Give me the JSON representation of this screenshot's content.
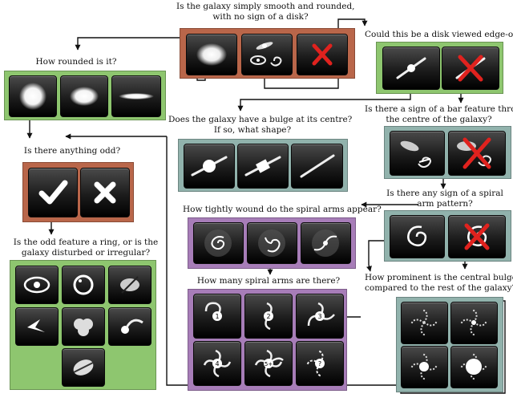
{
  "questions": {
    "q1": [
      "Is the galaxy simply smooth and rounded,",
      "with no sign of a disk?"
    ],
    "q2": [
      "How rounded is it?"
    ],
    "q3": [
      "Could this be a disk viewed edge-on?"
    ],
    "q4": [
      "Is there a sign of a bar feature through",
      "the centre of the galaxy?"
    ],
    "q5": [
      "Does the galaxy have a bulge at its centre?",
      "If so, what shape?"
    ],
    "q6": [
      "Is there anything odd?"
    ],
    "q7": [
      "Is there any sign of a spiral",
      "arm pattern?"
    ],
    "q8": [
      "How tightly wound do the spiral arms appear?"
    ],
    "q9": [
      "Is the odd feature a ring, or is the",
      "galaxy disturbed or irregular?"
    ],
    "q10": [
      "How many spiral arms are there?"
    ],
    "q11": [
      "How prominent is the central bulge,",
      "compared to the rest of the galaxy?"
    ]
  },
  "colors": {
    "brown": "#b9664a",
    "green": "#8ec66f",
    "teal": "#91b2ac",
    "purple": "#a77db8",
    "arrow": "#111111",
    "cross": "#e0221e"
  },
  "icons": {
    "q1": [
      "smooth-galaxy-icon",
      "features-or-disk-icon",
      "star-artifact-icon"
    ],
    "q2": [
      "completely-round-icon",
      "in-between-icon",
      "cigar-shaped-icon"
    ],
    "q3": [
      "edge-on-disk-icon",
      "not-edge-on-icon"
    ],
    "q4": [
      "bar-icon",
      "no-bar-icon"
    ],
    "q5": [
      "rounded-bulge-icon",
      "boxy-bulge-icon",
      "no-bulge-icon"
    ],
    "q6": [
      "checkmark-icon",
      "x-icon"
    ],
    "q7": [
      "spiral-icon",
      "no-spiral-icon"
    ],
    "q8": [
      "tight-spiral-icon",
      "medium-spiral-icon",
      "loose-spiral-icon"
    ],
    "q9": [
      "ring-icon",
      "lens-icon",
      "disturbed-icon",
      "irregular-icon",
      "other-icon",
      "merger-icon",
      "dust-lane-icon"
    ],
    "q10": [
      "one-arm-icon",
      "two-arms-icon",
      "three-arms-icon",
      "four-arms-icon",
      "more-than-four-arms-icon",
      "cant-tell-arms-icon"
    ],
    "q10_labels": [
      "1",
      "2",
      "3",
      "4",
      "5+",
      "?"
    ],
    "q11": [
      "no-bulge-icon",
      "just-noticeable-bulge-icon",
      "obvious-bulge-icon",
      "dominant-bulge-icon"
    ]
  }
}
